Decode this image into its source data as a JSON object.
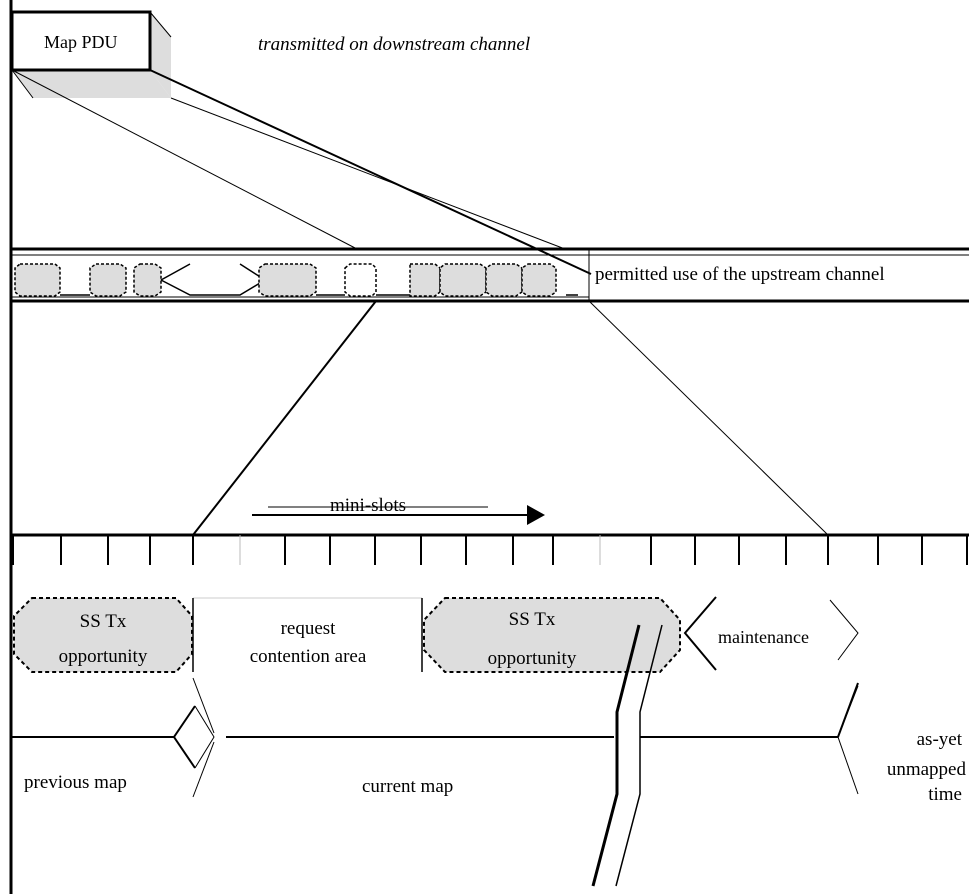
{
  "map_pdu": {
    "label": "Map PDU",
    "caption": "transmitted on downstream channel"
  },
  "upstream": {
    "label": "permitted use of the upstream channel"
  },
  "minislots": {
    "label": "mini-slots"
  },
  "regions": {
    "ss_tx_1": {
      "line1": "SS Tx",
      "line2": "opportunity"
    },
    "request": {
      "line1": "request",
      "line2": "contention area"
    },
    "ss_tx_2": {
      "line1": "SS Tx",
      "line2": "opportunity"
    },
    "maintenance": "maintenance"
  },
  "timeline": {
    "previous_map": "previous map",
    "current_map": "current map",
    "unmapped": {
      "line1": "as-yet",
      "line2": "unmapped",
      "line3": "time"
    }
  }
}
